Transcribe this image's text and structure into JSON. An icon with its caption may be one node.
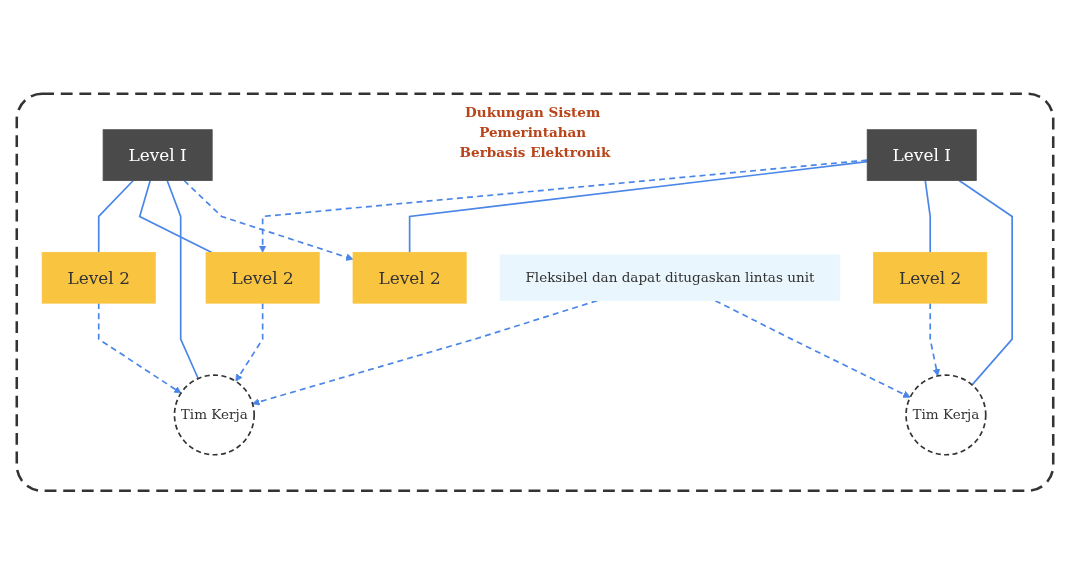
{
  "diagram": {
    "nodes": [
      {
        "text": [
          "Dukungan Sistem Pemerintahan Berbasis Elektronik"
        ]
      },
      {
        "text": [
          "Level I"
        ],
        "in": 0
      },
      {
        "text": [
          "Level 2"
        ],
        "in": 0
      },
      {
        "text": [
          "Level 2"
        ],
        "in": 0
      },
      {
        "text": [
          "Tim Kerja"
        ],
        "in": 0
      },
      {
        "text": [
          "Fleksibel dan dapat ditugaskan lintas unit"
        ],
        "in": 0
      },
      {
        "text": [
          "Level I"
        ],
        "in": 0
      },
      {
        "text": [
          "Level 2"
        ],
        "in": 0
      },
      {
        "text": [
          "Level 2"
        ],
        "in": 0
      },
      {
        "text": [
          "Tim Kerja"
        ],
        "in": 0
      }
    ],
    "edges": [
      {
        "from": 1,
        "to": 2,
        "arrow": "none"
      },
      {
        "from": 1,
        "to": 3,
        "arrow": "none"
      },
      {
        "from": 1,
        "to": 4,
        "arrow": "none"
      },
      {
        "from": 1,
        "to": 7,
        "arrow": "to",
        "style": "dashed"
      },
      {
        "from": 6,
        "to": 3,
        "arrow": "to",
        "style": "dashed"
      },
      {
        "from": 6,
        "to": 7,
        "arrow": "none"
      },
      {
        "from": 6,
        "to": 8,
        "arrow": "none"
      },
      {
        "from": 6,
        "to": 9,
        "arrow": "none"
      },
      {
        "from": 2,
        "to": 4,
        "arrow": "to",
        "style": "dashed"
      },
      {
        "from": 3,
        "to": 4,
        "arrow": "to",
        "style": "dashed"
      },
      {
        "from": 8,
        "to": 9,
        "arrow": "to",
        "style": "dashed"
      },
      {
        "from": 5,
        "to": 4,
        "arrow": "to",
        "style": "dashed"
      },
      {
        "from": 5,
        "to": 9,
        "arrow": "to",
        "style": "dashed"
      }
    ]
  }
}
